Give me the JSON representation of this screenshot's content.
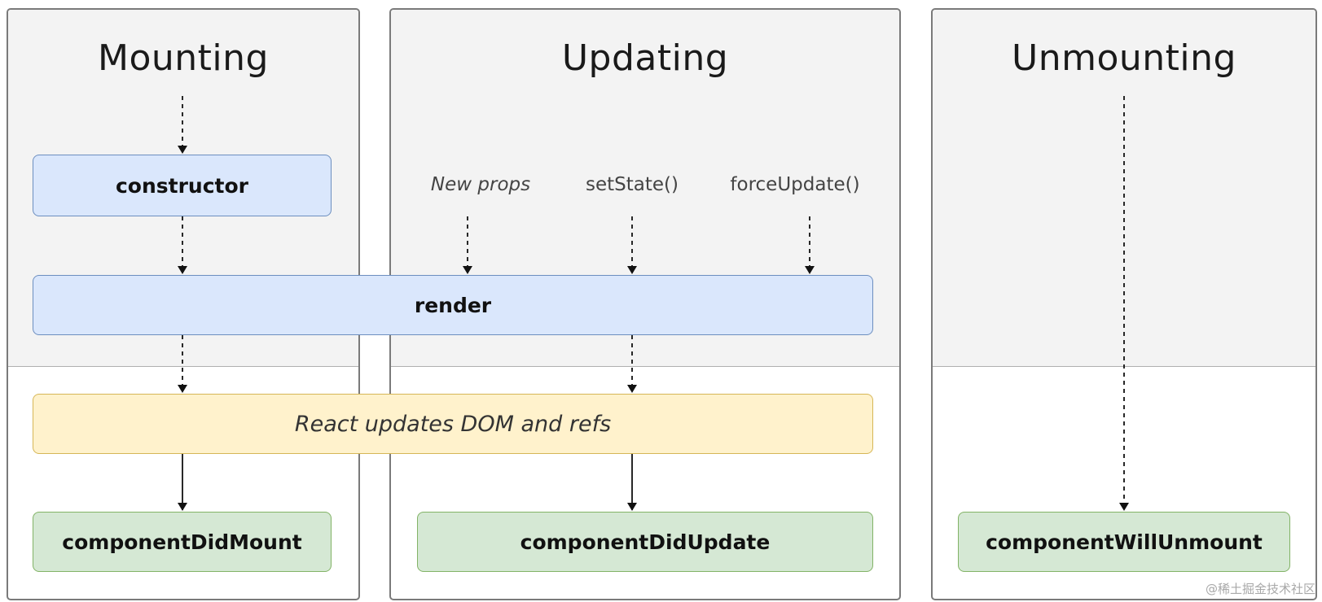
{
  "phases": {
    "mounting": "Mounting",
    "updating": "Updating",
    "unmounting": "Unmounting"
  },
  "methods": {
    "constructor": "constructor",
    "render": "render",
    "dom_update": "React updates DOM and refs",
    "did_mount": "componentDidMount",
    "did_update": "componentDidUpdate",
    "will_unmount": "componentWillUnmount"
  },
  "triggers": {
    "new_props": "New props",
    "set_state": "setState()",
    "force_update": "forceUpdate()"
  },
  "colors": {
    "blue_fill": "#dae7fc",
    "green_fill": "#d5e8d4",
    "yellow_fill": "#fff2cc",
    "phase_bg": "#f3f3f3"
  },
  "watermark": "@稀土掘金技术社区"
}
